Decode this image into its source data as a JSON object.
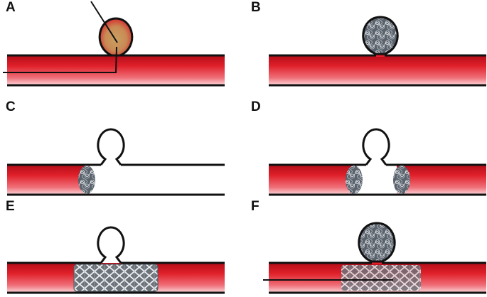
{
  "figure": {
    "panels": [
      {
        "label": "A"
      },
      {
        "label": "B"
      },
      {
        "label": "C"
      },
      {
        "label": "D"
      },
      {
        "label": "E"
      },
      {
        "label": "F"
      }
    ]
  },
  "colors": {
    "vessel_dark": "#c8101e",
    "vessel_mid": "#e0202a",
    "vessel_light": "#f6c2c6",
    "outline": "#111111",
    "aneurysm_fill_a": "#c89a5c",
    "coil": "#4d5560",
    "stent_metal": "#8e939a"
  }
}
